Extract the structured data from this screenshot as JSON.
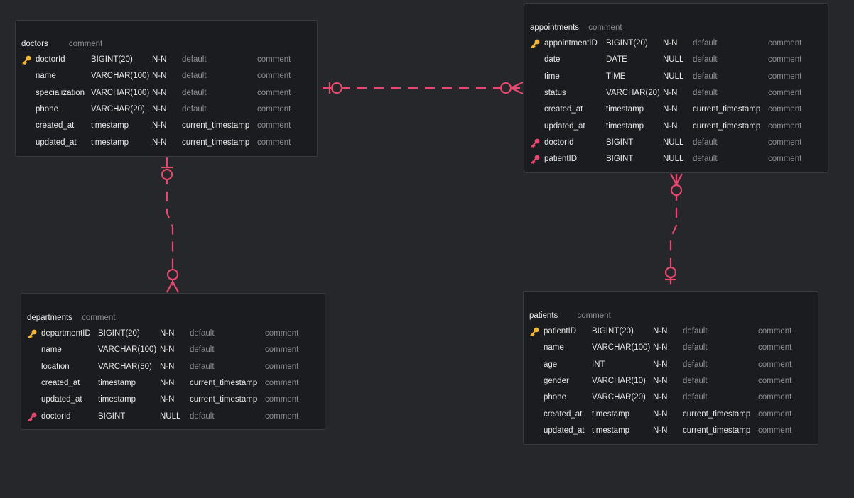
{
  "colors": {
    "relation": "#e8486f",
    "primary_key": "#f5b82e",
    "foreign_key": "#e8486f"
  },
  "tables": {
    "doctors": {
      "name": "doctors",
      "comment": "comment",
      "rows": [
        {
          "key": "pk",
          "name": "doctorId",
          "type": "BIGINT(20)",
          "nullable": "N-N",
          "default": "default",
          "comment": "comment"
        },
        {
          "key": "",
          "name": "name",
          "type": "VARCHAR(100)",
          "nullable": "N-N",
          "default": "default",
          "comment": "comment"
        },
        {
          "key": "",
          "name": "specialization",
          "type": "VARCHAR(100)",
          "nullable": "N-N",
          "default": "default",
          "comment": "comment"
        },
        {
          "key": "",
          "name": "phone",
          "type": "VARCHAR(20)",
          "nullable": "N-N",
          "default": "default",
          "comment": "comment"
        },
        {
          "key": "",
          "name": "created_at",
          "type": "timestamp",
          "nullable": "N-N",
          "default": "current_timestamp",
          "comment": "comment"
        },
        {
          "key": "",
          "name": "updated_at",
          "type": "timestamp",
          "nullable": "N-N",
          "default": "current_timestamp",
          "comment": "comment"
        }
      ]
    },
    "appointments": {
      "name": "appointments",
      "comment": "comment",
      "rows": [
        {
          "key": "pk",
          "name": "appointmentID",
          "type": "BIGINT(20)",
          "nullable": "N-N",
          "default": "default",
          "comment": "comment"
        },
        {
          "key": "",
          "name": "date",
          "type": "DATE",
          "nullable": "NULL",
          "default": "default",
          "comment": "comment"
        },
        {
          "key": "",
          "name": "time",
          "type": "TIME",
          "nullable": "NULL",
          "default": "default",
          "comment": "comment"
        },
        {
          "key": "",
          "name": "status",
          "type": "VARCHAR(20)",
          "nullable": "N-N",
          "default": "default",
          "comment": "comment"
        },
        {
          "key": "",
          "name": "created_at",
          "type": "timestamp",
          "nullable": "N-N",
          "default": "current_timestamp",
          "comment": "comment"
        },
        {
          "key": "",
          "name": "updated_at",
          "type": "timestamp",
          "nullable": "N-N",
          "default": "current_timestamp",
          "comment": "comment"
        },
        {
          "key": "fk",
          "name": "doctorId",
          "type": "BIGINT",
          "nullable": "NULL",
          "default": "default",
          "comment": "comment"
        },
        {
          "key": "fk",
          "name": "patientID",
          "type": "BIGINT",
          "nullable": "NULL",
          "default": "default",
          "comment": "comment"
        }
      ]
    },
    "departments": {
      "name": "departments",
      "comment": "comment",
      "rows": [
        {
          "key": "pk",
          "name": "departmentID",
          "type": "BIGINT(20)",
          "nullable": "N-N",
          "default": "default",
          "comment": "comment"
        },
        {
          "key": "",
          "name": "name",
          "type": "VARCHAR(100)",
          "nullable": "N-N",
          "default": "default",
          "comment": "comment"
        },
        {
          "key": "",
          "name": "location",
          "type": "VARCHAR(50)",
          "nullable": "N-N",
          "default": "default",
          "comment": "comment"
        },
        {
          "key": "",
          "name": "created_at",
          "type": "timestamp",
          "nullable": "N-N",
          "default": "current_timestamp",
          "comment": "comment"
        },
        {
          "key": "",
          "name": "updated_at",
          "type": "timestamp",
          "nullable": "N-N",
          "default": "current_timestamp",
          "comment": "comment"
        },
        {
          "key": "fk",
          "name": "doctorId",
          "type": "BIGINT",
          "nullable": "NULL",
          "default": "default",
          "comment": "comment"
        }
      ]
    },
    "patients": {
      "name": "patients",
      "comment": "comment",
      "rows": [
        {
          "key": "pk",
          "name": "patientID",
          "type": "BIGINT(20)",
          "nullable": "N-N",
          "default": "default",
          "comment": "comment"
        },
        {
          "key": "",
          "name": "name",
          "type": "VARCHAR(100)",
          "nullable": "N-N",
          "default": "default",
          "comment": "comment"
        },
        {
          "key": "",
          "name": "age",
          "type": "INT",
          "nullable": "N-N",
          "default": "default",
          "comment": "comment"
        },
        {
          "key": "",
          "name": "gender",
          "type": "VARCHAR(10)",
          "nullable": "N-N",
          "default": "default",
          "comment": "comment"
        },
        {
          "key": "",
          "name": "phone",
          "type": "VARCHAR(20)",
          "nullable": "N-N",
          "default": "default",
          "comment": "comment"
        },
        {
          "key": "",
          "name": "created_at",
          "type": "timestamp",
          "nullable": "N-N",
          "default": "current_timestamp",
          "comment": "comment"
        },
        {
          "key": "",
          "name": "updated_at",
          "type": "timestamp",
          "nullable": "N-N",
          "default": "current_timestamp",
          "comment": "comment"
        }
      ]
    }
  },
  "relationships": [
    {
      "from": "doctors",
      "to": "appointments",
      "from_end": "zero-or-one",
      "to_end": "zero-or-many"
    },
    {
      "from": "doctors",
      "to": "departments",
      "from_end": "zero-or-one",
      "to_end": "zero-or-many"
    },
    {
      "from": "patients",
      "to": "appointments",
      "from_end": "zero-or-one",
      "to_end": "zero-or-many"
    }
  ]
}
